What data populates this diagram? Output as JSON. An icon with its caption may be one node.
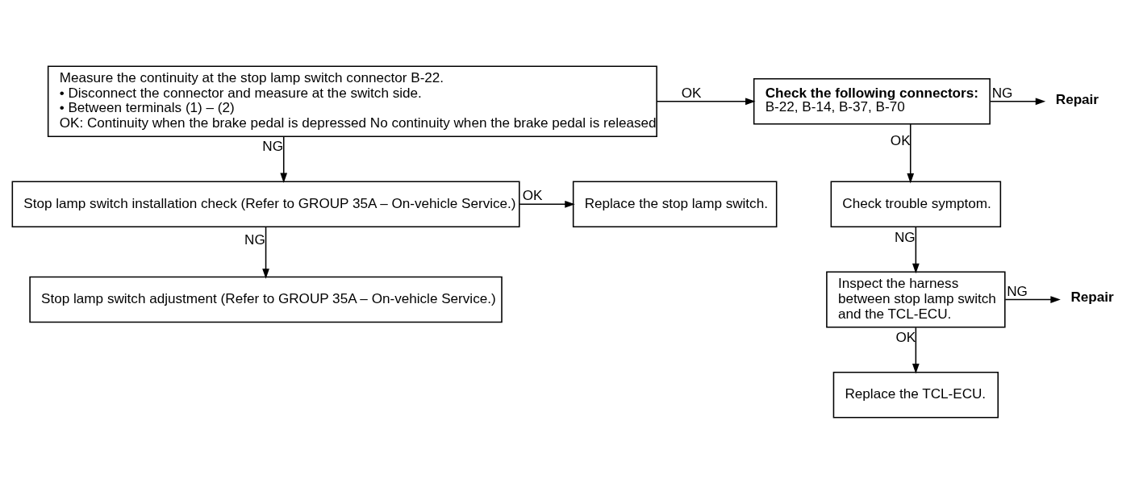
{
  "diagram": {
    "nodes": [
      {
        "text": [
          "Measure the continuity at the stop lamp switch connector B-22.",
          "• Disconnect the connector and measure at the switch side.",
          "• Between terminals (1) – (2)",
          "OK: Continuity when the brake pedal is depressed No continuity when the brake pedal is released"
        ]
      },
      {
        "text": [
          "Check the following connectors:",
          "B-22, B-14, B-37, B-70"
        ]
      },
      {
        "text": [
          "Repair"
        ]
      },
      {
        "text": [
          "Check trouble symptom."
        ]
      },
      {
        "text": [
          "Inspect the harness between stop lamp switch and the TCL-ECU."
        ]
      },
      {
        "text": [
          "Repair"
        ]
      },
      {
        "text": [
          "Replace the TCL-ECU."
        ]
      },
      {
        "text": [
          "Stop lamp switch installation check (Refer to GROUP 35A – On-vehicle Service.)"
        ]
      },
      {
        "text": [
          "Replace the stop lamp switch."
        ]
      },
      {
        "text": [
          "Stop lamp switch adjustment (Refer to GROUP 35A – On-vehicle Service.)"
        ]
      }
    ],
    "edges": [
      {
        "from": 0,
        "to": 1,
        "arrow": "to",
        "label": "OK"
      },
      {
        "from": 1,
        "to": 2,
        "arrow": "to",
        "label": "NG"
      },
      {
        "from": 1,
        "to": 3,
        "arrow": "to",
        "label": "OK"
      },
      {
        "from": 3,
        "to": 4,
        "arrow": "to",
        "label": "NG"
      },
      {
        "from": 4,
        "to": 5,
        "arrow": "to",
        "label": "NG"
      },
      {
        "from": 4,
        "to": 6,
        "arrow": "to",
        "label": "OK"
      },
      {
        "from": 0,
        "to": 7,
        "arrow": "to",
        "label": "NG"
      },
      {
        "from": 7,
        "to": 8,
        "arrow": "to",
        "label": "OK"
      },
      {
        "from": 7,
        "to": 9,
        "arrow": "to",
        "label": "NG"
      }
    ]
  }
}
